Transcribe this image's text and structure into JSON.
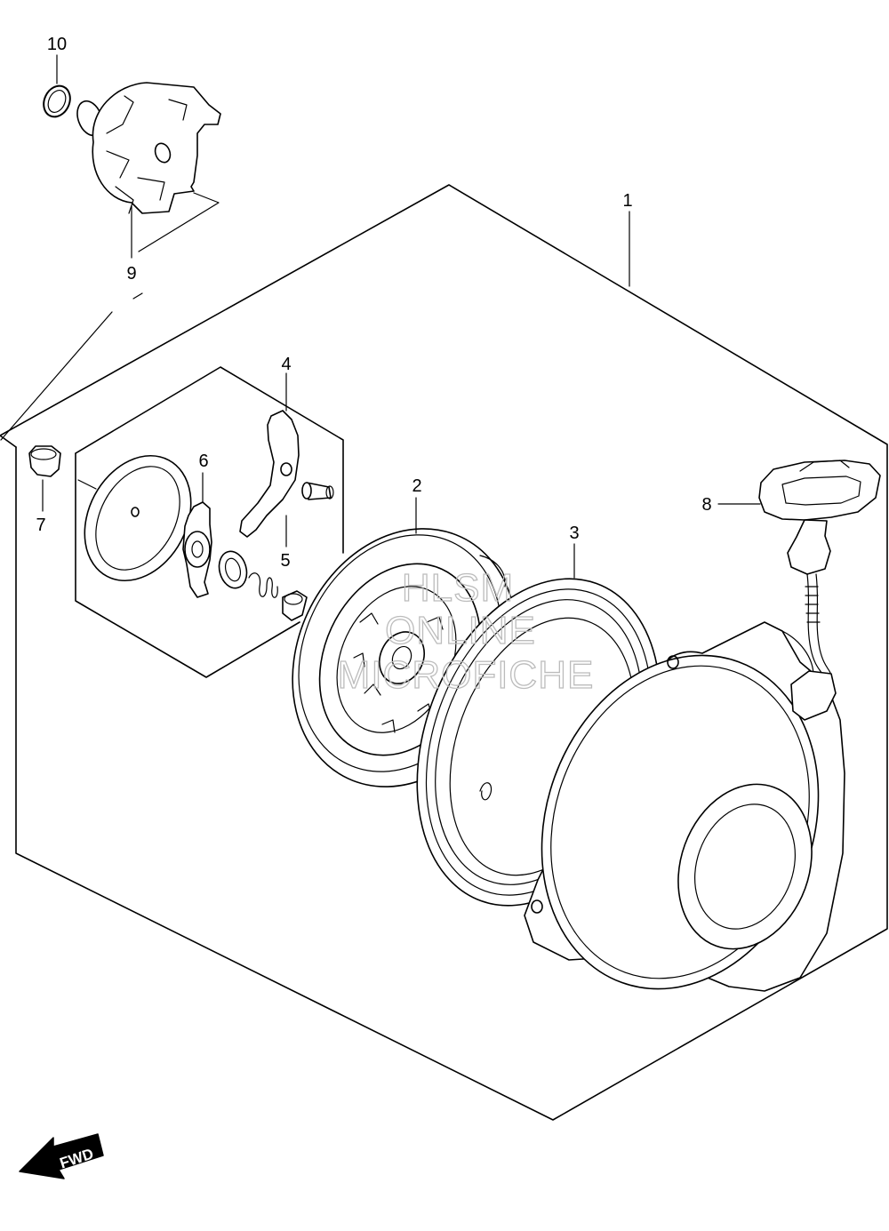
{
  "diagram": {
    "callouts": [
      {
        "id": "1",
        "label": "1"
      },
      {
        "id": "2",
        "label": "2"
      },
      {
        "id": "3",
        "label": "3"
      },
      {
        "id": "4",
        "label": "4"
      },
      {
        "id": "5",
        "label": "5"
      },
      {
        "id": "6",
        "label": "6"
      },
      {
        "id": "7",
        "label": "7"
      },
      {
        "id": "8",
        "label": "8"
      },
      {
        "id": "9",
        "label": "9"
      },
      {
        "id": "10",
        "label": "10"
      }
    ],
    "watermark": {
      "line1": "HLSM",
      "line2": "ONLINE",
      "line3": "MICROFICHE"
    },
    "direction_arrow": {
      "label": "FWD"
    }
  }
}
